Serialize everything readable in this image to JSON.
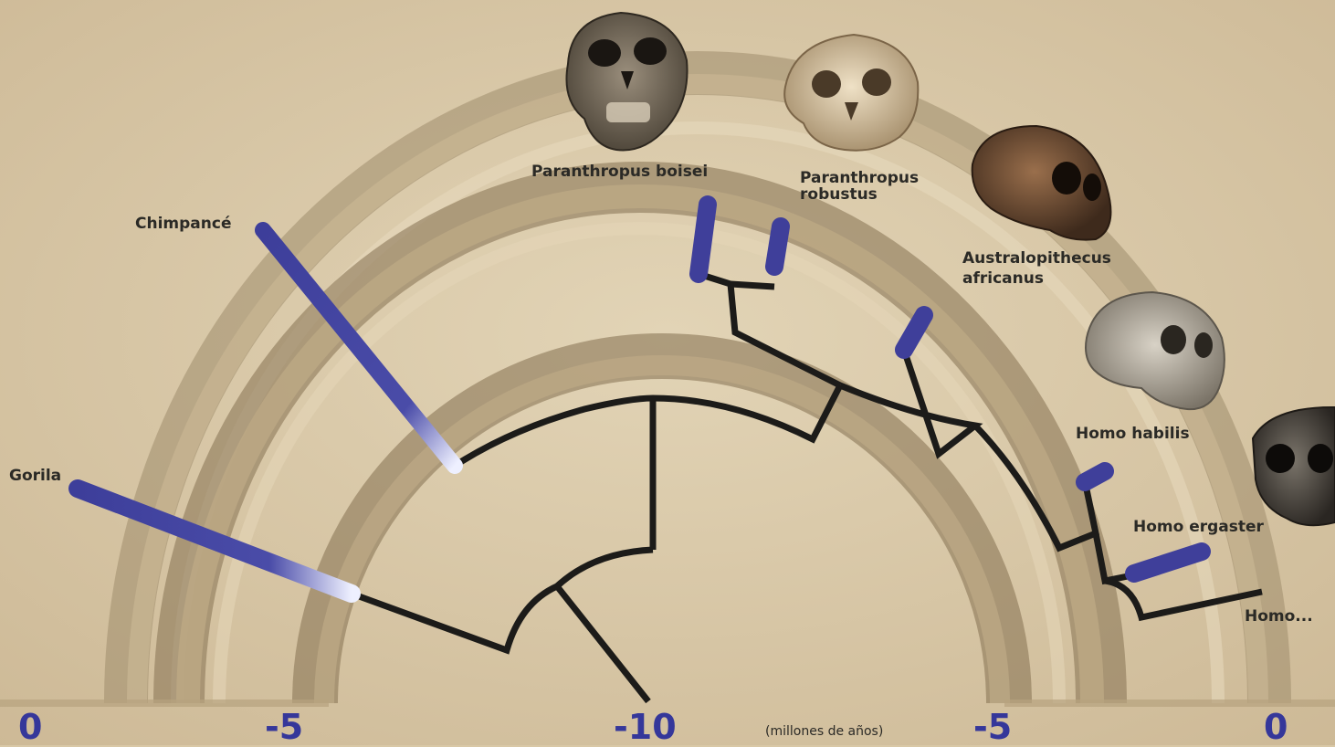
{
  "species": {
    "gorila": "Gorila",
    "chimpance": "Chimpancé",
    "p_boisei": "Paranthropus boisei",
    "p_robustus_1": "Paranthropus",
    "p_robustus_2": "robustus",
    "a_africanus_1": "Australopithecus",
    "a_africanus_2": "africanus",
    "h_habilis": "Homo habilis",
    "h_ergaster": "Homo ergaster",
    "h_sapiens": "Homo..."
  },
  "axis": {
    "left_0": "0",
    "left_5": "-5",
    "center_10": "-10",
    "right_5": "-5",
    "right_0": "0",
    "unit": "(millones de años)"
  },
  "colors": {
    "background": "#d9c8a6",
    "branch_tip": "#3f3f9a",
    "tree_line": "#1c1b19",
    "axis_text": "#35379a"
  }
}
